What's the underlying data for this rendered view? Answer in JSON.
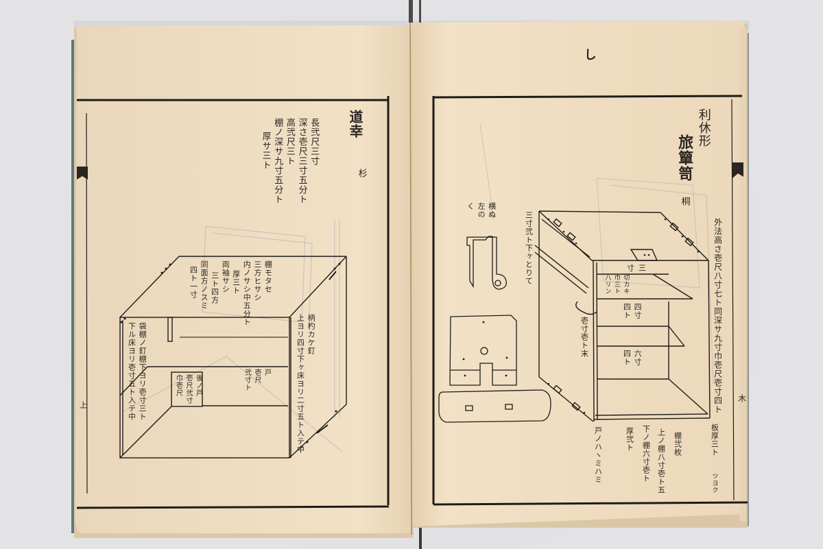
{
  "image": {
    "subject": "Open Japanese woodblock-printed book showing diagrams of tea shelves",
    "background_color": "#e4e4e6",
    "paper_color": "#f1dfc4",
    "ink_color": "#1e1b18"
  },
  "left_page": {
    "title": "道幸",
    "wood_type": "杉",
    "specs": [
      "長弐尺三寸",
      "深さ壱尺三寸五分ト",
      "高弐尺三ト",
      "棚ノ深サ九寸五分ト",
      "厚サ三ト"
    ],
    "notes": [
      "棚モタセ",
      "三方ヒサシ",
      "内ノサシ中五分ト",
      "厚三ト",
      "両袖サシ",
      "三ト四方",
      "同面方ノスミ",
      "四ト一寸"
    ],
    "right_side_note": [
      "柄杓カケ釘",
      "上ヨリ四寸下ヶ床ヨリ二寸五ト入テ中"
    ],
    "left_side_note": [
      "袋棚ノ釘棚下ヨリ壱寸三ト",
      "下ル床ヨリ壱寸五ト入テ中"
    ],
    "inner_box_note": [
      "後ノ戸",
      "壱尺弐寸",
      "巾壱尺"
    ],
    "inner_label_note": [
      "戸",
      "壱尺",
      "弐寸ト"
    ],
    "margin_mark": "上"
  },
  "right_page": {
    "page_mark": "し",
    "style_label": "利休形",
    "title": "旅簞笥",
    "wood_type": "桐",
    "detail_caption": [
      "横ぬ",
      "左の",
      "く"
    ],
    "side_caption": "三寸弐ト下ヶとりて",
    "outer_dimension": "外法高さ壱尺八寸七ト同深サ九寸巾壱尺壱寸四ト",
    "shelf_labels": [
      {
        "top": "三",
        "bottom": "寸"
      },
      {
        "top": "四寸",
        "bottom": "四ト"
      },
      {
        "top": "六寸",
        "bottom": "四ト"
      }
    ],
    "shelf_notch_note": [
      "切カキ",
      "巾三ト",
      "八リン"
    ],
    "side_note": "壱寸壱ト末",
    "bottom_notes": [
      "板厚三ト",
      "ツヨク",
      "棚弐枚",
      "上ノ棚八寸壱ト五",
      "下ノ棚六寸壱ト",
      "厚弐ト",
      "戸ノハヽミハミ"
    ],
    "edge_label": "木"
  }
}
